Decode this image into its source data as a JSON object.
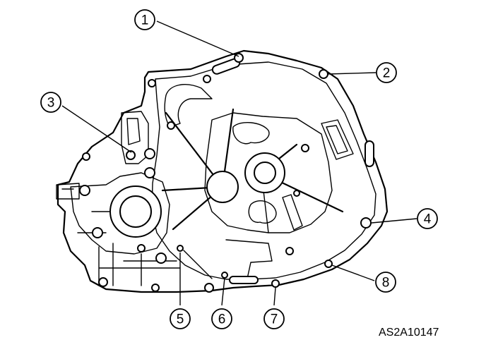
{
  "callouts": [
    {
      "id": "1",
      "label": "1"
    },
    {
      "id": "2",
      "label": "2"
    },
    {
      "id": "3",
      "label": "3"
    },
    {
      "id": "4",
      "label": "4"
    },
    {
      "id": "5",
      "label": "5"
    },
    {
      "id": "6",
      "label": "6"
    },
    {
      "id": "7",
      "label": "7"
    },
    {
      "id": "8",
      "label": "8"
    }
  ],
  "figure_code": "AS2A10147",
  "colors": {
    "ink": "#000000",
    "paper": "#ffffff"
  }
}
